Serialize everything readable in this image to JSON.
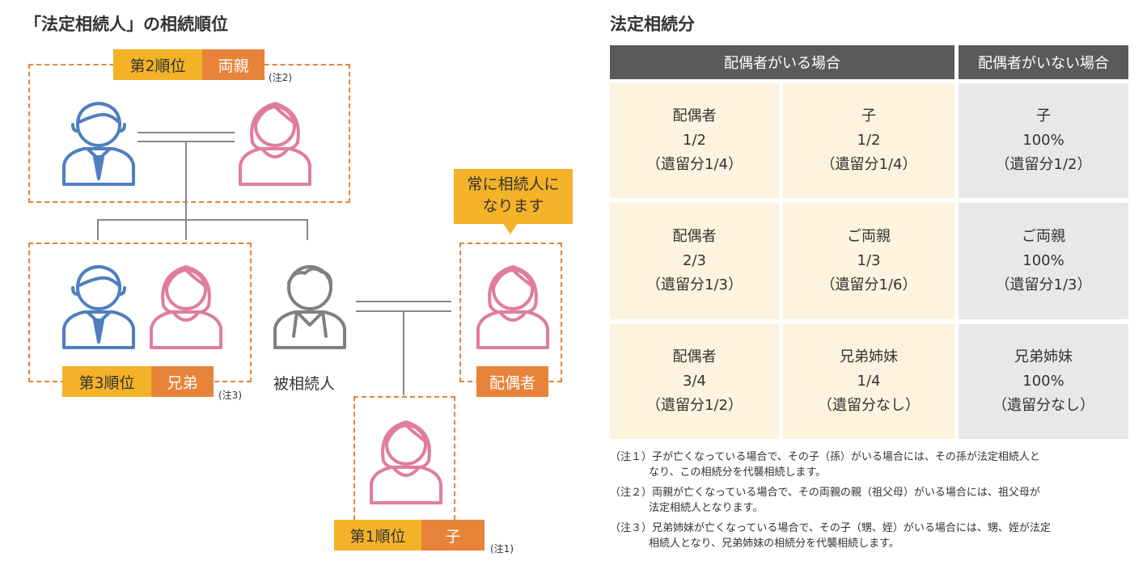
{
  "left_title": "「法定相続人」の相続順位",
  "right_title": "法定相続分",
  "colors": {
    "orange": "#e8833a",
    "yellow": "#f3b227",
    "blue": "#4f7fbf",
    "pink": "#e07d9e",
    "gray": "#808080"
  },
  "ranks": {
    "second": {
      "order": "第2順位",
      "relation": "両親",
      "note": "(注2)"
    },
    "third": {
      "order": "第3順位",
      "relation": "兄弟",
      "note": "(注3)"
    },
    "first": {
      "order": "第1順位",
      "relation": "子",
      "note": "(注1)"
    }
  },
  "spouse_label": "配偶者",
  "deceased_label": "被相続人",
  "callout_text": {
    "line1": "常に相続人に",
    "line2": "なります"
  },
  "table": {
    "headers": {
      "with_spouse": "配偶者がいる場合",
      "without_spouse": "配偶者がいない場合"
    },
    "rows": [
      {
        "spouse": [
          "配偶者",
          "1/2",
          "（遺留分1/4）"
        ],
        "heir": [
          "子",
          "1/2",
          "（遺留分1/4）"
        ],
        "alone": [
          "子",
          "100%",
          "（遺留分1/2）"
        ]
      },
      {
        "spouse": [
          "配偶者",
          "2/3",
          "（遺留分1/3）"
        ],
        "heir": [
          "ご両親",
          "1/3",
          "（遺留分1/6）"
        ],
        "alone": [
          "ご両親",
          "100%",
          "（遺留分1/3）"
        ]
      },
      {
        "spouse": [
          "配偶者",
          "3/4",
          "（遺留分1/2）"
        ],
        "heir": [
          "兄弟姉妹",
          "1/4",
          "（遺留分なし）"
        ],
        "alone": [
          "兄弟姉妹",
          "100%",
          "（遺留分なし）"
        ]
      }
    ]
  },
  "footnotes": [
    {
      "line1": "（注１）子が亡くなっている場合で、その子（孫）がいる場合には、その孫が法定相続人と",
      "line2": "なり、この相続分を代襲相続します。"
    },
    {
      "line1": "（注２）両親が亡くなっている場合で、その両親の親（祖父母）がいる場合には、祖父母が",
      "line2": "法定相続人となります。"
    },
    {
      "line1": "（注３）兄弟姉妹が亡くなっている場合で、その子（甥、姪）がいる場合には、甥、姪が法定",
      "line2": "相続人となり、兄弟姉妹の相続分を代襲相続します。"
    }
  ]
}
